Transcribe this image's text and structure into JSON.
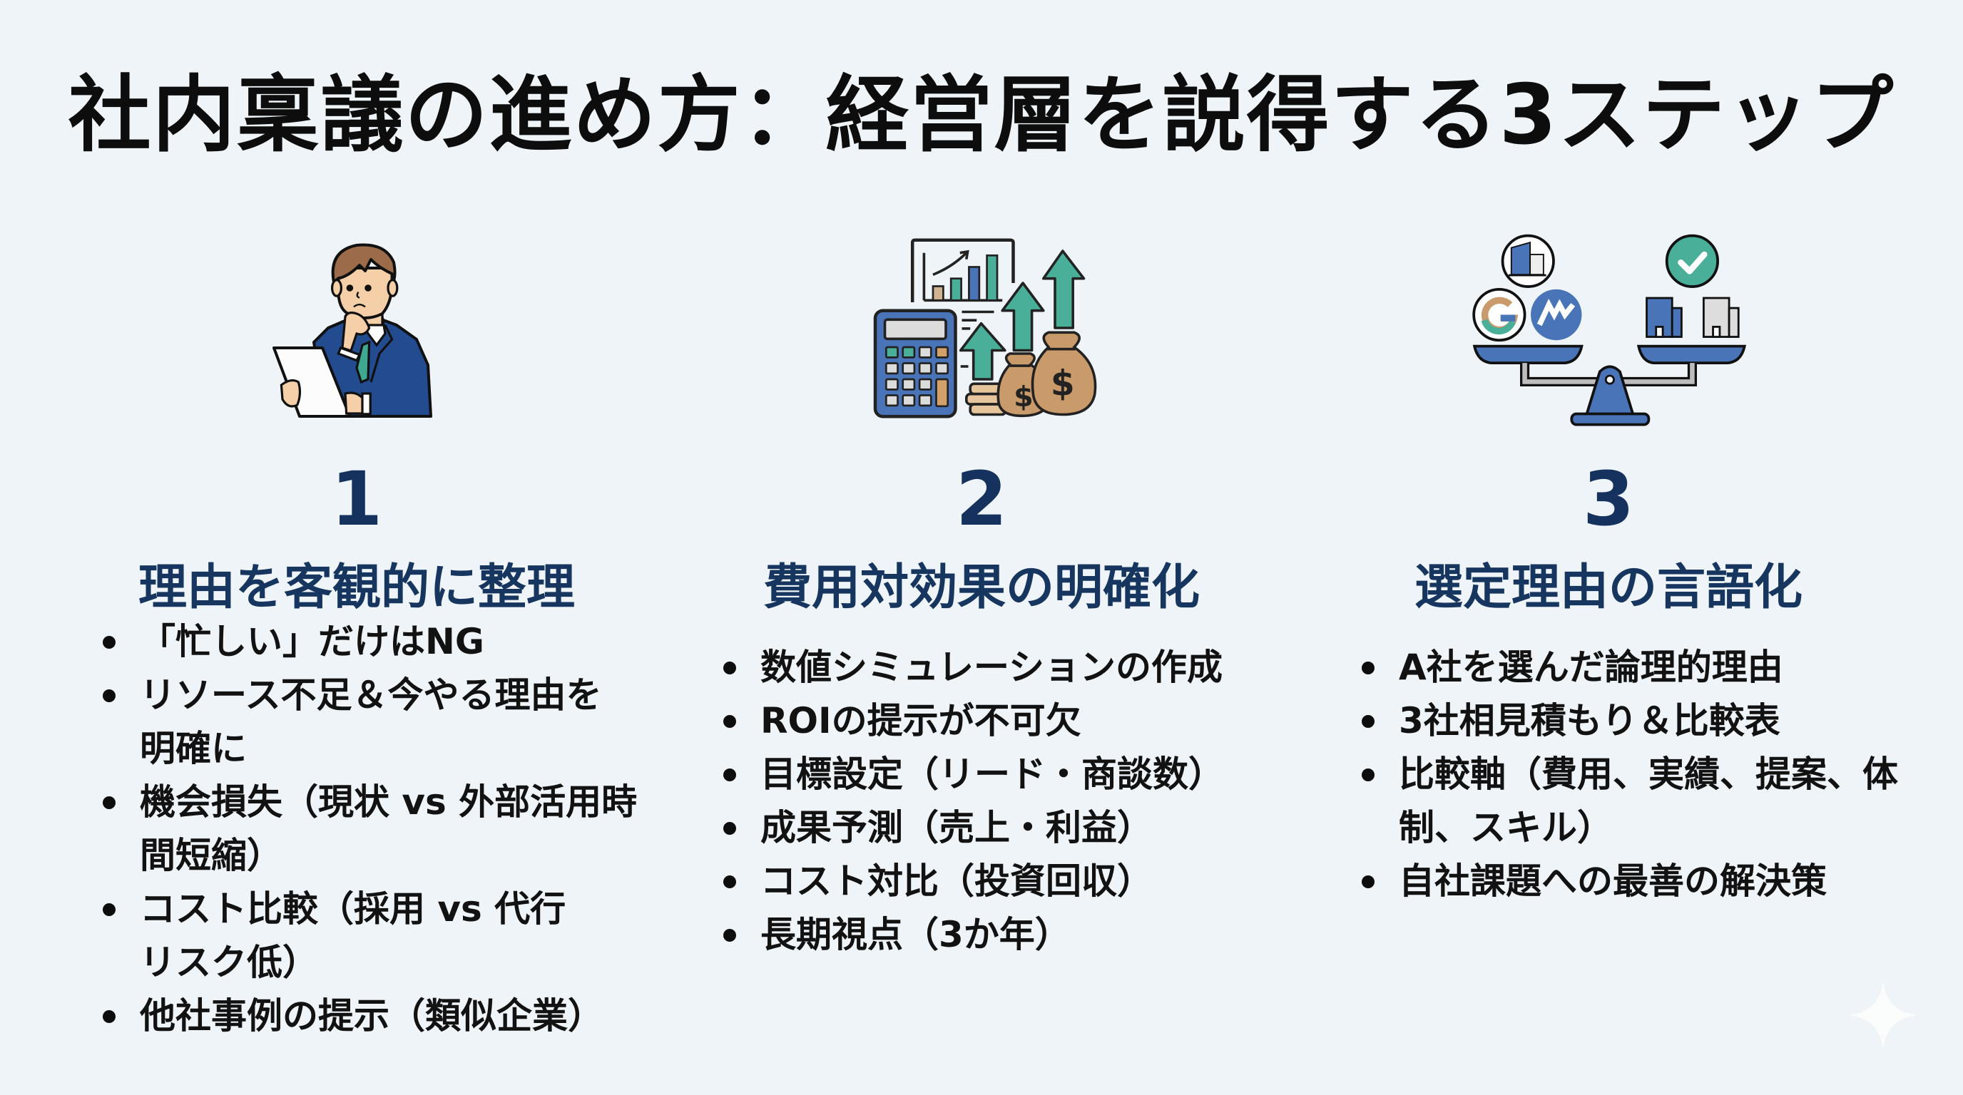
{
  "title": "社内稟議の進め方：経営層を説得する3ステップ",
  "colors": {
    "background": "#eef4f7",
    "heading_navy": "#17365f",
    "suit_blue": "#4a74b8",
    "accent_teal": "#4aaf98",
    "money_tan": "#c99a6a"
  },
  "steps": [
    {
      "number": "1",
      "heading": "理由を客観的に整理",
      "illustration": "thinking-businessman-icon",
      "bullets": [
        "「忙しい」だけはNG",
        "リソース不足＆今やる理由を明確に",
        "機会損失（現状 vs 外部活用時間短縮）",
        "コスト比較（採用 vs 代行リスク低）",
        "他社事例の提示（類似企業）"
      ]
    },
    {
      "number": "2",
      "heading": "費用対効果の明確化",
      "illustration": "calculator-growth-money-icon",
      "bullets": [
        "数値シミュレーションの作成",
        "ROIの提示が不可欠",
        "目標設定（リード・商談数）",
        "成果予測（売上・利益）",
        "コスト対比（投資回収）",
        "長期視点（3か年）"
      ]
    },
    {
      "number": "3",
      "heading": "選定理由の言語化",
      "illustration": "comparison-scale-icon",
      "bullets": [
        "A社を選んだ論理的理由",
        "3社相見積もり＆比較表",
        "比較軸（費用、実績、提案、体制、スキル）",
        "自社課題への最善の解決策"
      ]
    }
  ]
}
